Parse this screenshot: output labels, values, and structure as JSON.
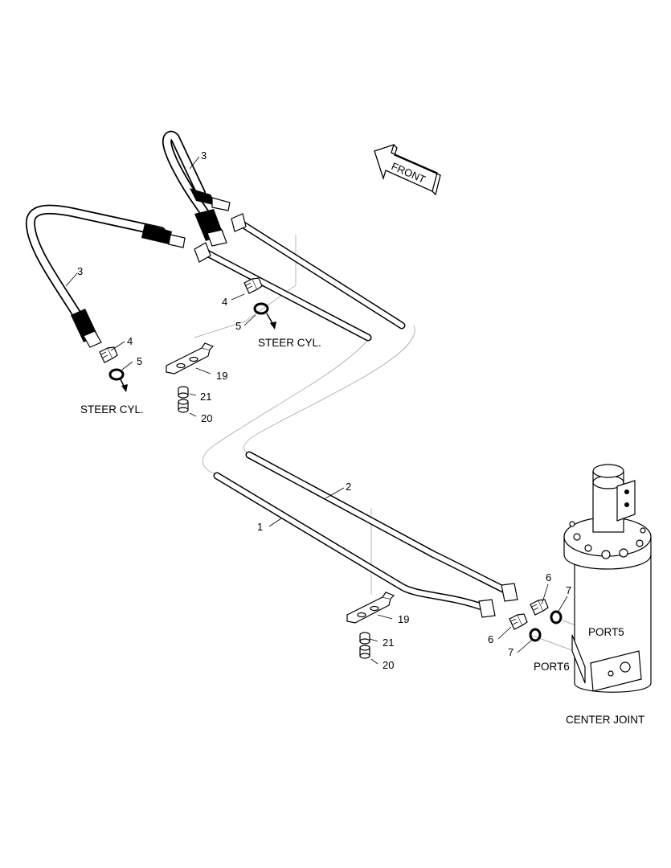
{
  "labels": {
    "front": "FRONT",
    "steer_cyl_left": "STEER CYL.",
    "steer_cyl_right": "STEER CYL.",
    "center_joint": "CENTER JOINT",
    "port5": "PORT5",
    "port6": "PORT6"
  },
  "callouts": {
    "p1": "1",
    "p2": "2",
    "p3_top": "3",
    "p3_left": "3",
    "p4_upper": "4",
    "p4_left": "4",
    "p5_upper": "5",
    "p5_left": "5",
    "p6_upper": "6",
    "p6_lower": "6",
    "p7_upper": "7",
    "p7_lower": "7",
    "p19_upper": "19",
    "p19_lower": "19",
    "p20_upper": "20",
    "p20_lower": "20",
    "p21_upper": "21",
    "p21_lower": "21"
  }
}
